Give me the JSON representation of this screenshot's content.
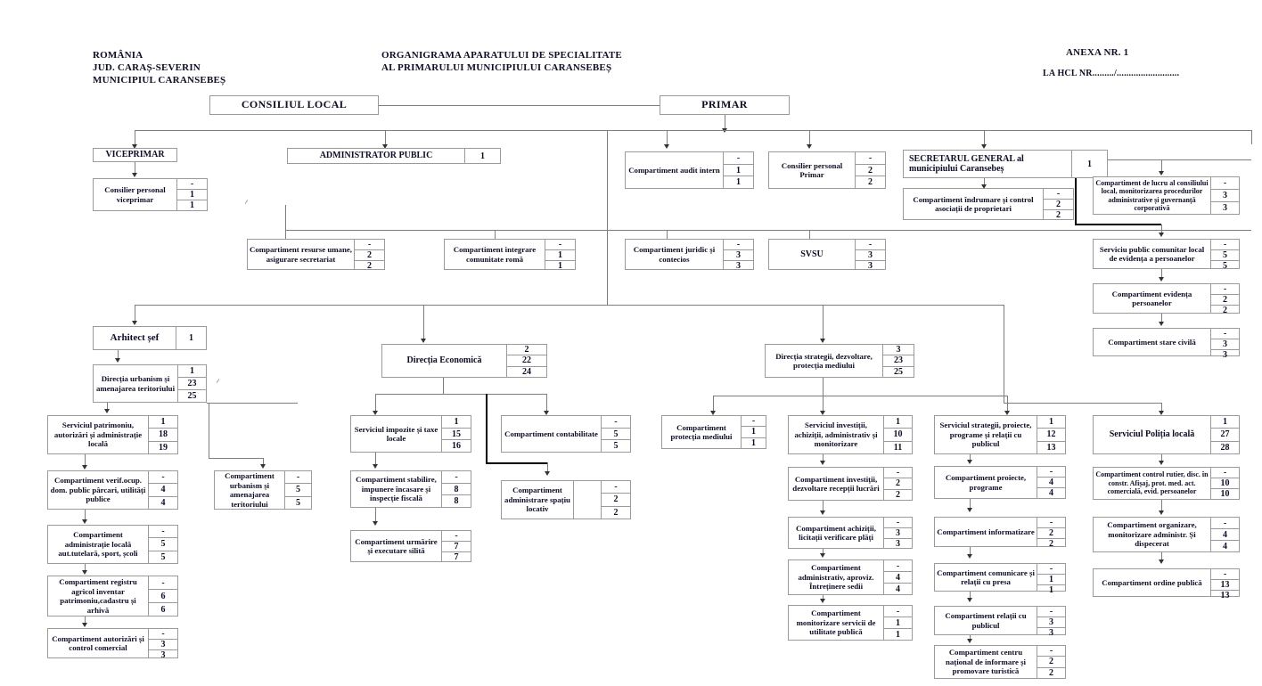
{
  "header": {
    "left": "ROMÂNIA\nJUD. CARAȘ-SEVERIN\nMUNICIPIUL CARANSEBEȘ",
    "center": "ORGANIGRAMA APARATULUI DE SPECIALITATE\nAL PRIMARULUI MUNICIPIULUI CARANSEBEȘ",
    "right_title": "ANEXA NR. 1",
    "right_sub": "LA HCL NR........./.........................."
  },
  "nodes": {
    "consiliul_local": {
      "label": "CONSILIUL LOCAL",
      "nums": []
    },
    "primar": {
      "label": "PRIMAR",
      "nums": []
    },
    "viceprimar": {
      "label": "VICEPRIMAR",
      "nums": []
    },
    "administrator_public": {
      "label": "ADMINISTRATOR PUBLIC",
      "nums": [
        "1"
      ]
    },
    "consilier_personal_viceprimar": {
      "label": "Consilier personal viceprimar",
      "nums": [
        "-",
        "1",
        "1"
      ]
    },
    "compartiment_resurse_umane": {
      "label": "Compartiment resurse umane, asigurare secretariat",
      "nums": [
        "-",
        "2",
        "2"
      ]
    },
    "compartiment_integrare_roma": {
      "label": "Compartiment integrare comunitate romă",
      "nums": [
        "-",
        "1",
        "1"
      ]
    },
    "compartiment_audit_intern": {
      "label": "Compartiment audit intern",
      "nums": [
        "-",
        "1",
        "1"
      ]
    },
    "consilier_personal_primar": {
      "label": "Consilier personal Primar",
      "nums": [
        "-",
        "2",
        "2"
      ]
    },
    "compartiment_juridic": {
      "label": "Compartiment juridic și contecios",
      "nums": [
        "-",
        "3",
        "3"
      ]
    },
    "svsu": {
      "label": "SVSU",
      "nums": [
        "-",
        "3",
        "3"
      ]
    },
    "secretarul_general": {
      "label": "SECRETARUL GENERAL al municipiului Caransebeș",
      "nums": [
        "1"
      ]
    },
    "compartiment_indrumare": {
      "label": "Compartiment îndrumare și control asociații de proprietari",
      "nums": [
        "-",
        "2",
        "2"
      ]
    },
    "compartiment_lucru_consiliu": {
      "label": "Compartiment de lucru al consiliului local, monitorizarea procedurilor administrative și guvernanță corporativă",
      "nums": [
        "-",
        "3",
        "3"
      ]
    },
    "serviciu_evidenta_persoanelor": {
      "label": "Serviciu public comunitar local de evidența a persoanelor",
      "nums": [
        "-",
        "5",
        "5"
      ]
    },
    "compartiment_evidenta_persoanelor": {
      "label": "Compartiment evidența persoanelor",
      "nums": [
        "-",
        "2",
        "2"
      ]
    },
    "compartiment_stare_civila": {
      "label": "Compartiment stare civilă",
      "nums": [
        "-",
        "3",
        "3"
      ]
    },
    "arhitect_sef": {
      "label": "Arhitect șef",
      "nums": [
        "1"
      ]
    },
    "directia_urbanism": {
      "label": "Direcția urbanism și amenajarea teritoriului",
      "nums": [
        "1",
        "23",
        "25"
      ]
    },
    "serviciul_patrimoniu": {
      "label": "Serviciul patrimoniu, autorizări și administrație locală",
      "nums": [
        "1",
        "18",
        "19"
      ]
    },
    "compartiment_verif_ocup": {
      "label": "Compartiment verif.ocup. dom. public pârcari, utilități publice",
      "nums": [
        "-",
        "4",
        "4"
      ]
    },
    "compartiment_administratie_locala": {
      "label": "Compartiment administrație locală aut.tutelară, sport, școli",
      "nums": [
        "-",
        "5",
        "5"
      ]
    },
    "compartiment_registru_agricol": {
      "label": "Compartiment registru agricol inventar patrimoniu,cadastru și arhivă",
      "nums": [
        "-",
        "6",
        "6"
      ]
    },
    "compartiment_autorizari_comercial": {
      "label": "Compartiment autorizări și control comercial",
      "nums": [
        "-",
        "3",
        "3"
      ]
    },
    "compartiment_urbanism_amenajarea": {
      "label": "Compartiment urbanism și amenajarea teritoriului",
      "nums": [
        "-",
        "5",
        "5"
      ]
    },
    "directia_economica": {
      "label": "Direcția Economică",
      "nums": [
        "2",
        "22",
        "24"
      ]
    },
    "serviciul_impozite": {
      "label": "Serviciul impozite și taxe locale",
      "nums": [
        "1",
        "15",
        "16"
      ]
    },
    "compartiment_stabilire": {
      "label": "Compartiment stabilire, impunere încasare și inspecție fiscală",
      "nums": [
        "-",
        "8",
        "8"
      ]
    },
    "compartiment_urmarire": {
      "label": "Compartiment urmărire și executare silită",
      "nums": [
        "-",
        "7",
        "7"
      ]
    },
    "compartiment_contabilitate": {
      "label": "Compartiment contabilitate",
      "nums": [
        "-",
        "5",
        "5"
      ]
    },
    "compartiment_spatiu_locativ": {
      "label": "Compartiment administrare spațiu locativ",
      "nums": [
        "-",
        "2",
        "2"
      ]
    },
    "directia_strategii": {
      "label": "Direcția strategii, dezvoltare, protecția mediului",
      "nums": [
        "3",
        "23",
        "25"
      ]
    },
    "compartiment_protectia_mediului": {
      "label": "Compartiment protecția mediului",
      "nums": [
        "-",
        "1",
        "1"
      ]
    },
    "serviciul_investitii": {
      "label": "Serviciul investiții, achiziții, administrativ și monitorizare",
      "nums": [
        "1",
        "10",
        "11"
      ]
    },
    "compartiment_investitii": {
      "label": "Compartiment investiții, dezvoltare recepții lucrări",
      "nums": [
        "-",
        "2",
        "2"
      ]
    },
    "compartiment_achizitii": {
      "label": "Compartiment achiziții, licitații verificare plăți",
      "nums": [
        "-",
        "3",
        "3"
      ]
    },
    "compartiment_administrativ": {
      "label": "Compartiment administrativ, aproviz. Întreținere sedii",
      "nums": [
        "-",
        "4",
        "4"
      ]
    },
    "compartiment_monitorizare_servicii": {
      "label": "Compartiment monitorizare servicii de utilitate publică",
      "nums": [
        "-",
        "1",
        "1"
      ]
    },
    "serviciul_strategii": {
      "label": "Serviciul strategii, proiecte, programe și relații cu publicul",
      "nums": [
        "1",
        "12",
        "13"
      ]
    },
    "compartiment_proiecte": {
      "label": "Compartiment proiecte, programe",
      "nums": [
        "-",
        "4",
        "4"
      ]
    },
    "compartiment_informatizare": {
      "label": "Compartiment informatizare",
      "nums": [
        "-",
        "2",
        "2"
      ]
    },
    "compartiment_comunicare": {
      "label": "Compartiment comunicare și relații cu presa",
      "nums": [
        "-",
        "1",
        "1"
      ]
    },
    "compartiment_relatii_publicul": {
      "label": "Compartiment relații cu publicul",
      "nums": [
        "-",
        "3",
        "3"
      ]
    },
    "compartiment_centru_turistic": {
      "label": "Compartiment centru național de informare și promovare turistică",
      "nums": [
        "-",
        "2",
        "2"
      ]
    },
    "serviciul_politia_locala": {
      "label": "Serviciul Poliția locală",
      "nums": [
        "1",
        "27",
        "28"
      ]
    },
    "compartiment_control_rutier": {
      "label": "Compartiment control rutier, disc. în constr. Afișaj, prot. med. act. comercială, evid. persoanelor",
      "nums": [
        "-",
        "10",
        "10"
      ]
    },
    "compartiment_organizare": {
      "label": "Compartiment organizare, monitorizare administr. Și dispecerat",
      "nums": [
        "-",
        "4",
        "4"
      ]
    },
    "compartiment_ordine_publica": {
      "label": "Compartiment ordine publică",
      "nums": [
        "-",
        "13",
        "13"
      ]
    }
  }
}
